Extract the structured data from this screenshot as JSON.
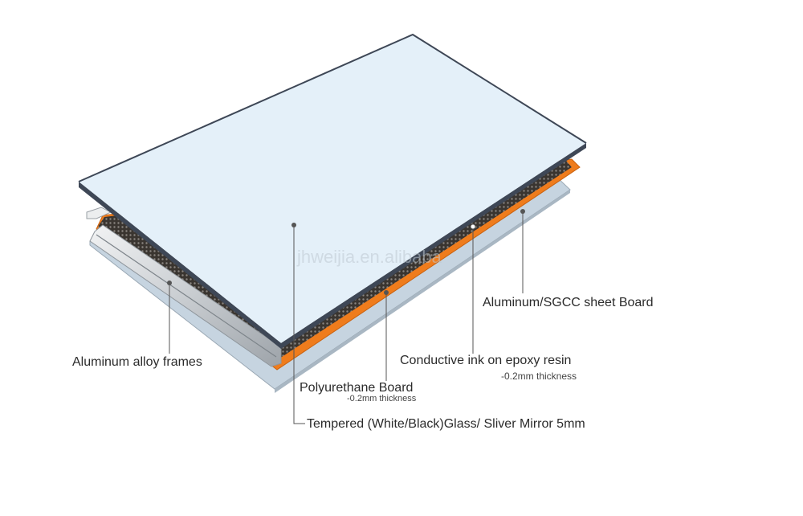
{
  "watermark": "jhweijia.en.alibaba",
  "labels": {
    "aluminum_sheet": "Aluminum/SGCC sheet Board",
    "conductive_ink": "Conductive ink on epoxy resin",
    "conductive_ink_sub": "-0.2mm thickness",
    "aluminum_frames": "Aluminum alloy frames",
    "polyurethane": "Polyurethane Board",
    "polyurethane_sub": "-0.2mm thickness",
    "glass": "Tempered (White/Black)Glass/ Sliver Mirror 5mm"
  },
  "colors": {
    "glass_top": "#e4f0f9",
    "glass_edge": "#3e4756",
    "orange_layer": "#f07d1e",
    "ink_layer": "#2f2a26",
    "sheet_board": "#c8d6e2",
    "frame": "#d9dcdf",
    "leader_line": "#555555"
  }
}
